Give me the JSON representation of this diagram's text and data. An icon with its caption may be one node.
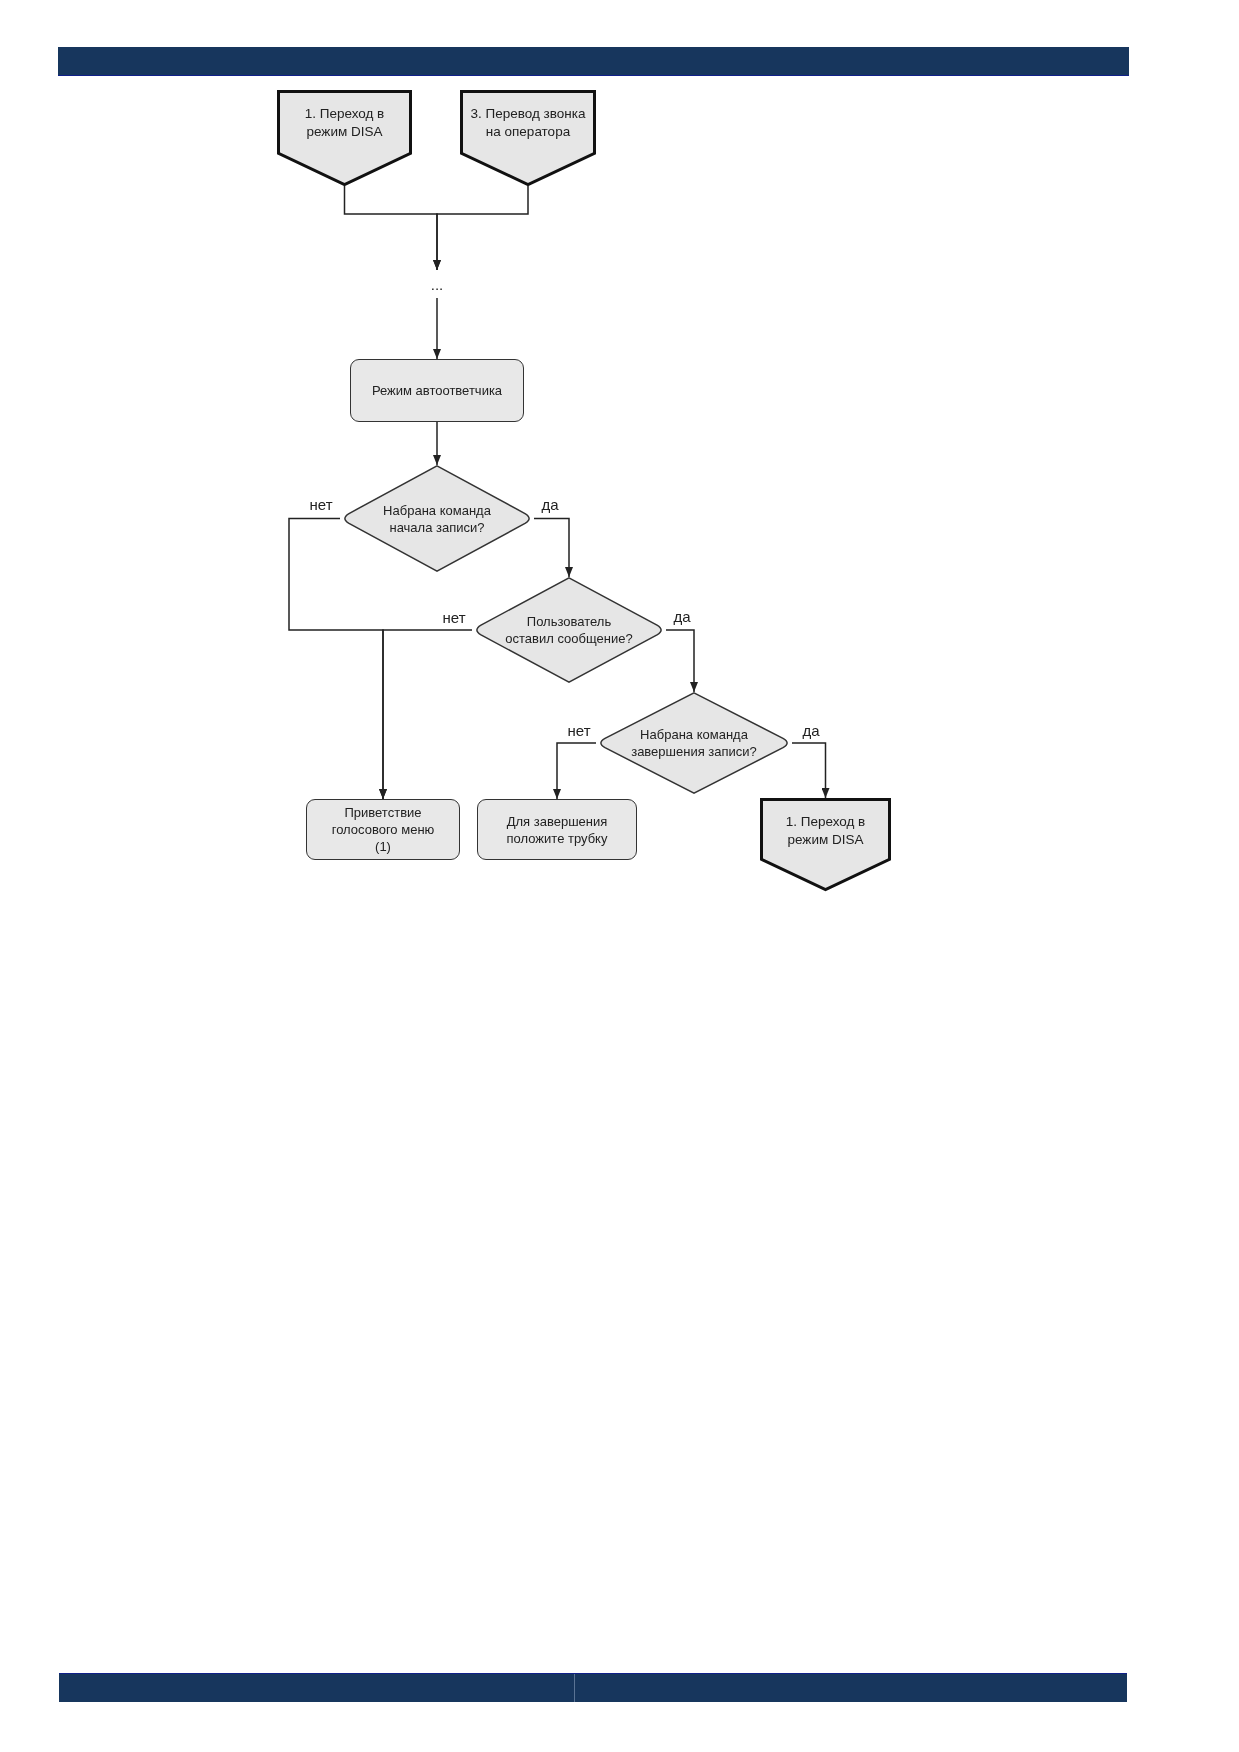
{
  "diagram": {
    "nodes": [
      {
        "text": [
          "1. Переход в режим DISA"
        ]
      },
      {
        "text": [
          "3. Перевод звонка на оператора"
        ]
      },
      {
        "text": [
          "..."
        ]
      },
      {
        "text": [
          "Режим автоответчика"
        ]
      },
      {
        "text": [
          "Набрана команда начала записи?"
        ]
      },
      {
        "text": [
          "Пользователь оставил сообщение?"
        ]
      },
      {
        "text": [
          "Набрана команда завершения записи?"
        ]
      },
      {
        "text": [
          "Приветствие голосового меню (1)"
        ]
      },
      {
        "text": [
          "Для завершения положите трубку"
        ]
      },
      {
        "text": [
          "1. Переход в режим DISA"
        ]
      }
    ],
    "edges": [
      {
        "from": 0,
        "to": 2,
        "arrow": "to"
      },
      {
        "from": 1,
        "to": 2,
        "arrow": "to"
      },
      {
        "from": 2,
        "to": 3,
        "arrow": "to"
      },
      {
        "from": 3,
        "to": 4,
        "arrow": "to"
      },
      {
        "from": 4,
        "to": 7,
        "arrow": "to",
        "label": "нет"
      },
      {
        "from": 4,
        "to": 5,
        "arrow": "to",
        "label": "да"
      },
      {
        "from": 5,
        "to": 7,
        "arrow": "to",
        "label": "нет"
      },
      {
        "from": 5,
        "to": 6,
        "arrow": "to",
        "label": "да"
      },
      {
        "from": 6,
        "to": 8,
        "arrow": "to",
        "label": "нет"
      },
      {
        "from": 6,
        "to": 9,
        "arrow": "to",
        "label": "да"
      }
    ]
  }
}
